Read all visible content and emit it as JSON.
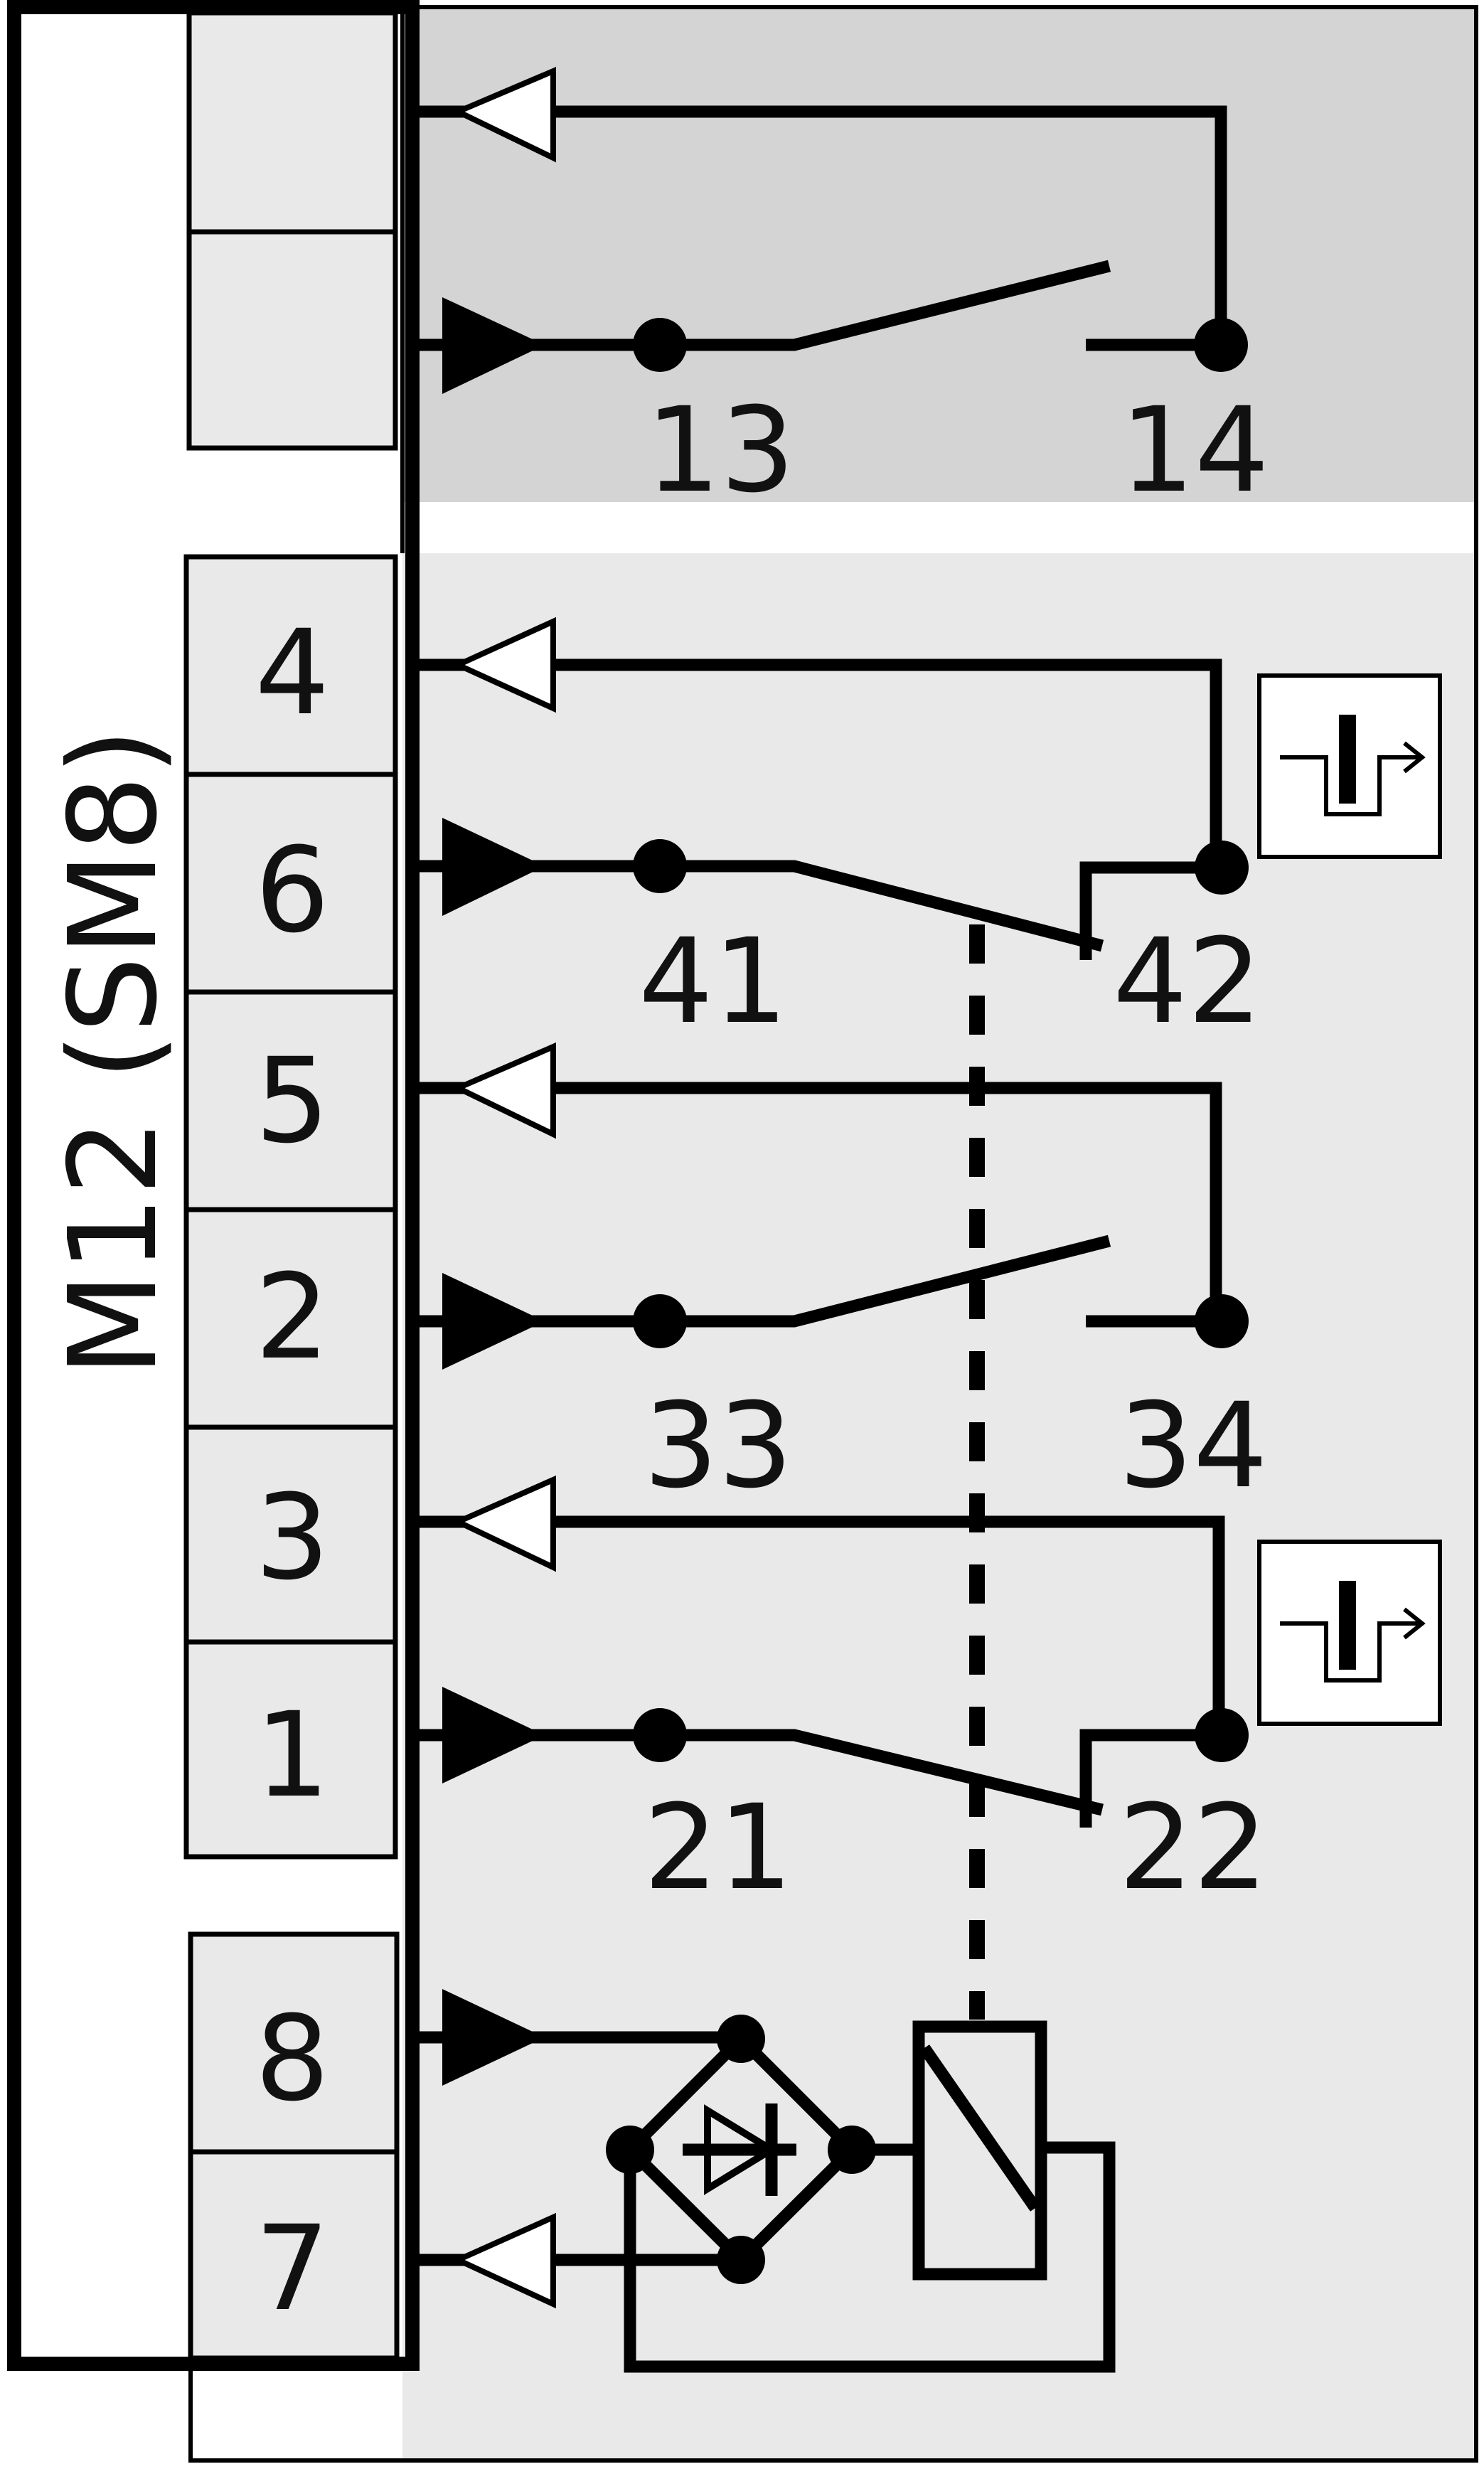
{
  "connector": {
    "label": "M12 (SM8)",
    "pins": [
      "4",
      "6",
      "5",
      "2",
      "3",
      "1",
      "8",
      "7"
    ]
  },
  "contacts": {
    "aux_normally_open": {
      "from": "13",
      "to": "14"
    },
    "normally_closed_1": {
      "from": "41",
      "to": "42"
    },
    "normally_open": {
      "from": "33",
      "to": "34"
    },
    "normally_closed_2": {
      "from": "21",
      "to": "22"
    }
  },
  "symbols": {
    "arrow_in": "filled-arrow-icon",
    "arrow_out": "open-arrow-icon",
    "positive_break": "positive-opening-icon",
    "rectifier": "diode-bridge-icon",
    "coil": "relay-coil-icon"
  },
  "colors": {
    "line": "#000000",
    "aux_panel": "#d4d4d4",
    "main_panel": "#e9e9e9",
    "pin_cell": "#e9e9e9"
  }
}
